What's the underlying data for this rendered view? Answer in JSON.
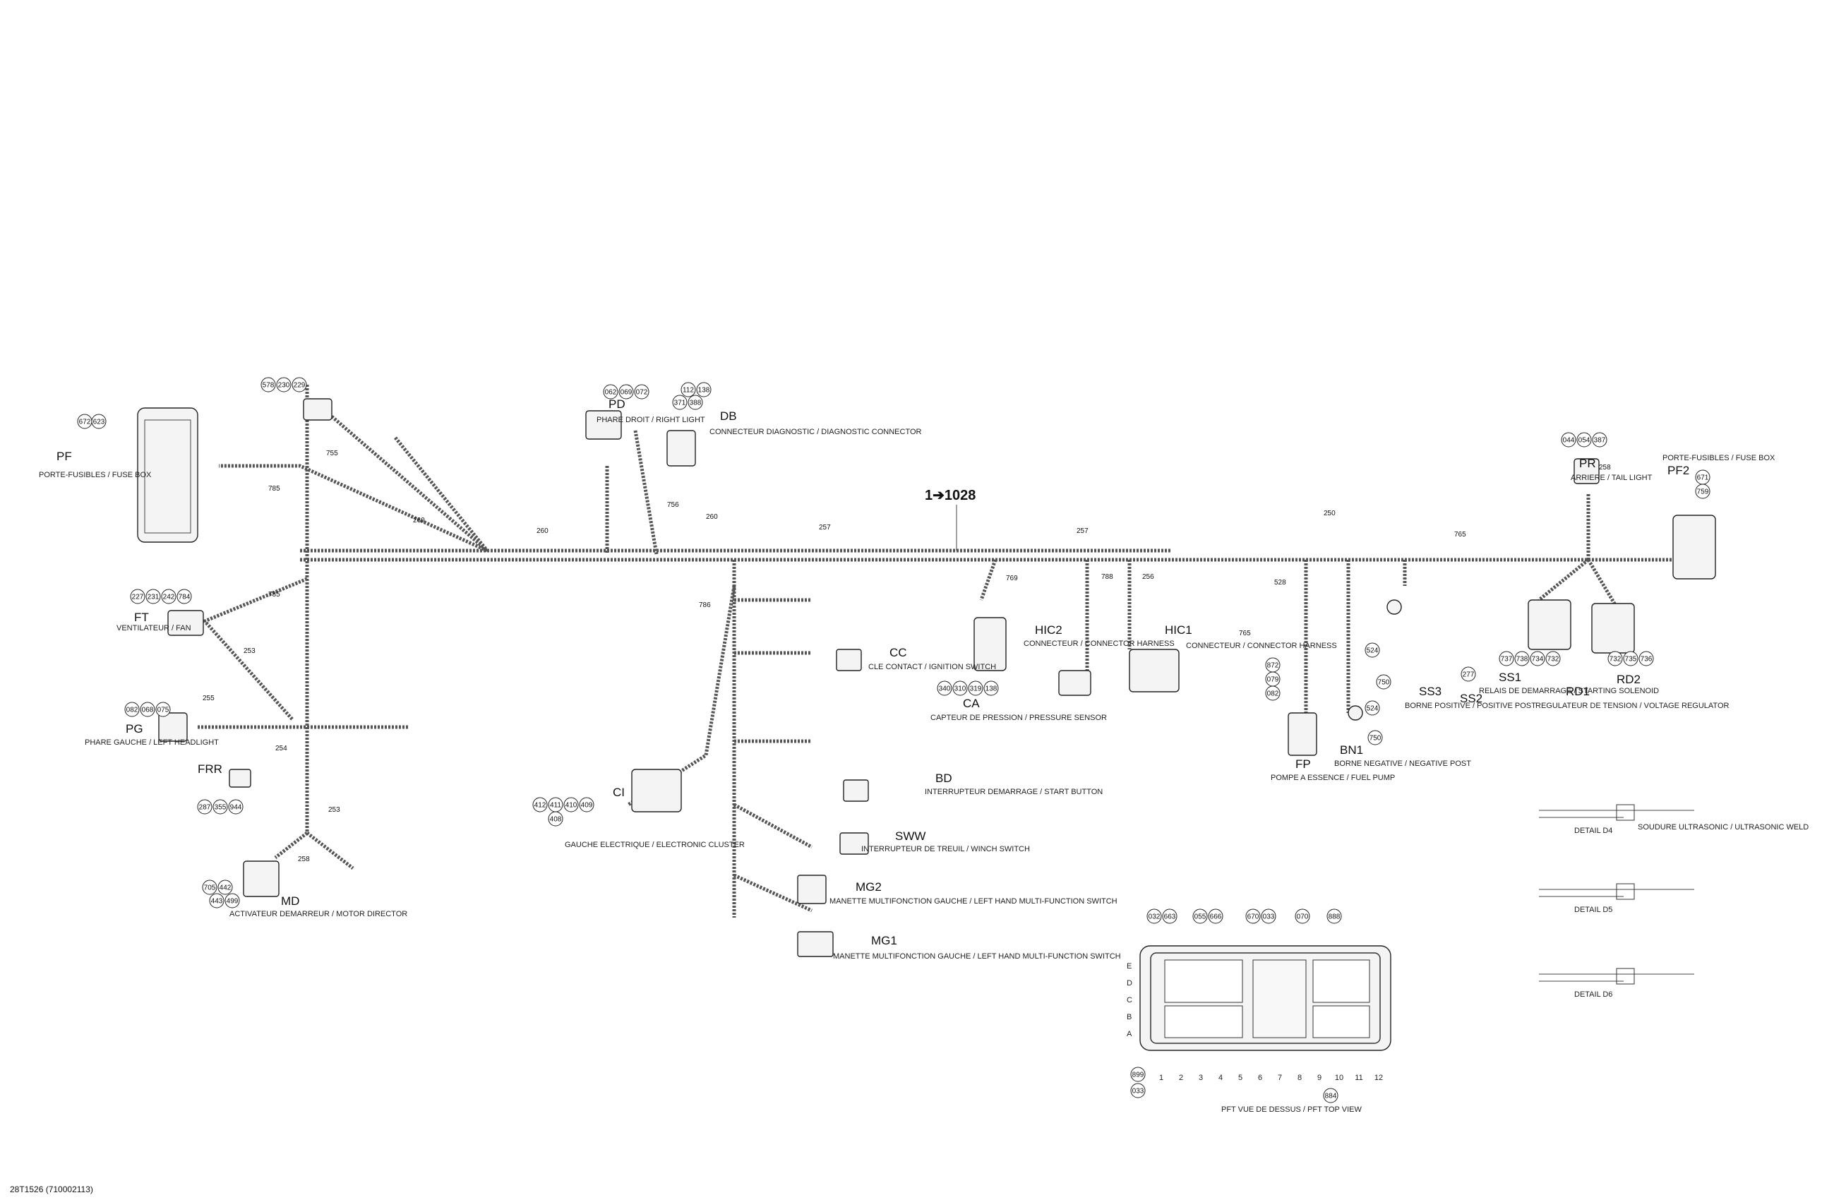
{
  "main_reference": "1➔1028",
  "footer_code": "28T1526 (710002113)",
  "tags": {
    "PF": "PF",
    "PD": "PD",
    "DB": "DB",
    "FT": "FT",
    "PG": "PG",
    "FRR": "FRR",
    "MD": "MD",
    "CC": "CC",
    "CA": "CA",
    "CI": "CI",
    "BD": "BD",
    "SWW": "SWW",
    "MG2": "MG2",
    "MG1": "MG1",
    "HIC2": "HIC2",
    "HIC1": "HIC1",
    "FP": "FP",
    "BN1": "BN1",
    "SS3": "SS3",
    "SS2": "SS2",
    "SS1": "SS1",
    "RD1": "RD1",
    "RD2": "RD2",
    "PR": "PR",
    "PF2": "PF2"
  },
  "wire_codes": {
    "w755": "755",
    "w785a": "785",
    "w785b": "785",
    "w253a": "253",
    "w253b": "253",
    "w260a": "260",
    "w260b": "260",
    "w260c": "260",
    "w257a": "257",
    "w257b": "257",
    "w255": "255",
    "w254": "254",
    "w258": "258",
    "w256": "256",
    "w250": "250",
    "w258b": "258",
    "w528": "528",
    "w756": "756",
    "w786": "786",
    "w765": "765",
    "w769": "769",
    "w788": "788",
    "w765b": "765"
  },
  "bubbles": {
    "b672a": "672",
    "b623": "623",
    "b578": "578",
    "b230": "230",
    "b229": "229",
    "b062": "062",
    "b069": "069",
    "b072": "072",
    "b112": "112",
    "b138": "138",
    "b371": "371",
    "b388": "388",
    "b227": "227",
    "b231": "231",
    "b242": "242",
    "b784": "784",
    "b082": "082",
    "b068": "068",
    "b075": "075",
    "b287": "287",
    "b355": "355",
    "b944": "944",
    "b705": "705",
    "b442": "442",
    "b443": "443",
    "b499": "499",
    "b412": "412",
    "b411": "411",
    "b410": "410",
    "b409": "409",
    "b408": "408",
    "b340": "340",
    "b310": "310",
    "b319": "319",
    "b138b": "138",
    "b044": "044",
    "b054": "054",
    "b387": "387",
    "b671": "671",
    "b759": "759",
    "b737": "737",
    "b738": "738",
    "b734": "734",
    "b732": "732",
    "b732b": "732",
    "b735": "735",
    "b736": "736",
    "b277": "277",
    "b750": "750",
    "b524": "524",
    "b524b": "524",
    "b750b": "750",
    "b872": "872",
    "b079": "079",
    "b082b": "082",
    "b032": "032",
    "b663": "663",
    "b055": "055",
    "b666": "666",
    "b670": "670",
    "b033": "033",
    "b070": "070",
    "b888": "888",
    "b884": "884",
    "b899": "899",
    "b033b": "033"
  },
  "legend_texts": {
    "pf_label": "PORTE-FUSIBLES / FUSE BOX",
    "ft_label": "VENTILATEUR / FAN",
    "pg_label": "PHARE GAUCHE / LEFT HEADLIGHT",
    "md_label": "ACTIVATEUR DEMARREUR / MOTOR DIRECTOR",
    "ci_label": "GAUCHE ELECTRIQUE / ELECTRONIC CLUSTER",
    "ca_label": "CAPTEUR DE PRESSION / PRESSURE SENSOR",
    "cc_label": "CLE CONTACT / IGNITION SWITCH",
    "bd_label": "INTERRUPTEUR DEMARRAGE / START BUTTON",
    "sww_label": "INTERRUPTEUR DE TREUIL / WINCH SWITCH",
    "mg2_label": "MANETTE MULTIFONCTION GAUCHE / LEFT HAND MULTI-FUNCTION SWITCH",
    "mg1_label": "MANETTE MULTIFONCTION GAUCHE / LEFT HAND MULTI-FUNCTION SWITCH",
    "hic2_label": "CONNECTEUR / CONNECTOR HARNESS",
    "hic1_label": "CONNECTEUR / CONNECTOR HARNESS",
    "fp_label": "POMPE A ESSENCE / FUEL PUMP",
    "bn1_label": "BORNE NEGATIVE / NEGATIVE POST",
    "ss3_label": "BORNE POSITIVE / POSITIVE POST",
    "ss1_label": "RELAIS DE DEMARRAGE / STARTING SOLENOID",
    "rd_label": "REGULATEUR DE TENSION / VOLTAGE REGULATOR",
    "pr_label": "ARRIERE / TAIL LIGHT",
    "pd_label": "PHARE DROIT / RIGHT LIGHT",
    "db_label": "CONNECTEUR DIAGNOSTIC / DIAGNOSTIC CONNECTOR",
    "ecu_caption": "PFT VUE DE DESSUS / PFT TOP VIEW",
    "detail_d4": "DETAIL D4",
    "detail_d5": "DETAIL D5",
    "detail_d6": "DETAIL D6",
    "solder_note": "SOUDURE ULTRASONIC / ULTRASONIC WELD"
  },
  "grid": {
    "rows": [
      "E",
      "D",
      "C",
      "B",
      "A"
    ],
    "cols": [
      "1",
      "2",
      "3",
      "4",
      "5",
      "6",
      "7",
      "8",
      "9",
      "10",
      "11",
      "12"
    ]
  }
}
